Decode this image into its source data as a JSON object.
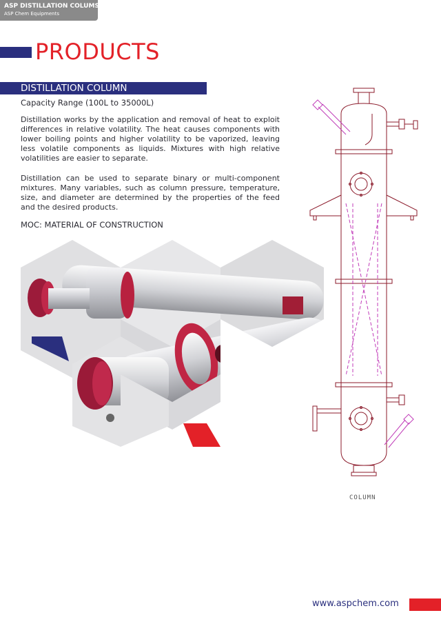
{
  "tag": {
    "title": "ASP DISTILLATION COLUMS",
    "subtitle": "ASP Chem Equipments"
  },
  "header": {
    "title": "PRODUCTS"
  },
  "section": {
    "title": "DISTILLATION COLUMN",
    "capacity": "Capacity Range (100L to 35000L)",
    "paragraph1": "Distillation works by the application and removal of heat to exploit differences in relative volatility. The heat causes components with lower boiling points and higher volatility to be vaporized, leaving less volatile components as liquids. Mixtures with high relative volatilities are easier to separate.",
    "paragraph2": "Distillation can be used to separate binary or multi-component mixtures. Many variables, such as column pressure, temperature, size, and diameter are determined by the properties of the feed and the desired products.",
    "moc": "MOC: MATERIAL OF CONSTRUCTION"
  },
  "drawing": {
    "label": "COLUMN"
  },
  "footer": {
    "url": "www.aspchem.com"
  },
  "colors": {
    "brand_blue": "#2a2f7e",
    "brand_red": "#e32128",
    "drawing_line": "#8b1a2a",
    "drawing_accent": "#c03ab8"
  },
  "icons": {
    "photo": "distillation-column-photo-collage",
    "drawing": "column-technical-drawing"
  }
}
